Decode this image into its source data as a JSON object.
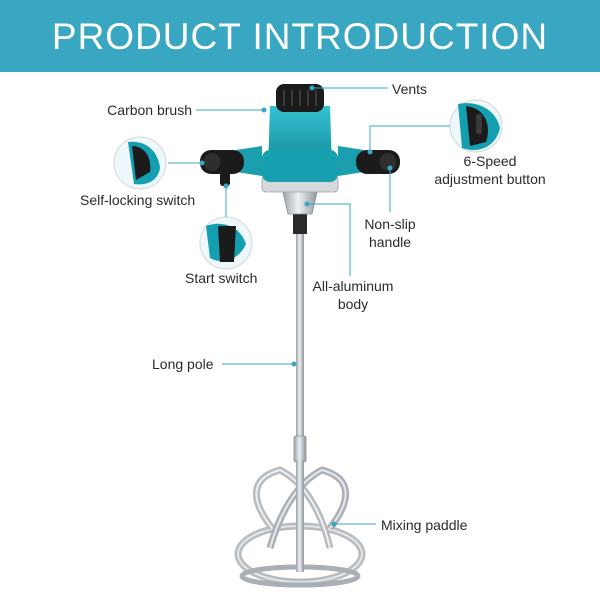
{
  "banner": {
    "title": "PRODUCT INTRODUCTION"
  },
  "colors": {
    "banner": "#3aa7c2",
    "body": "#1fa8b8",
    "leader_line": "#3aa7c2",
    "black_plastic": "#1b1b1b",
    "metal": "#c9cdd1"
  },
  "labels": {
    "vents": "Vents",
    "carbon_brush": "Carbon brush",
    "speed_button_1": "6-Speed",
    "speed_button_2": "adjustment button",
    "self_locking": "Self-locking switch",
    "non_slip_1": "Non-slip",
    "non_slip_2": "handle",
    "start_switch": "Start switch",
    "aluminum_1": "All-aluminum",
    "aluminum_2": "body",
    "long_pole": "Long pole",
    "mixing_paddle": "Mixing paddle"
  }
}
